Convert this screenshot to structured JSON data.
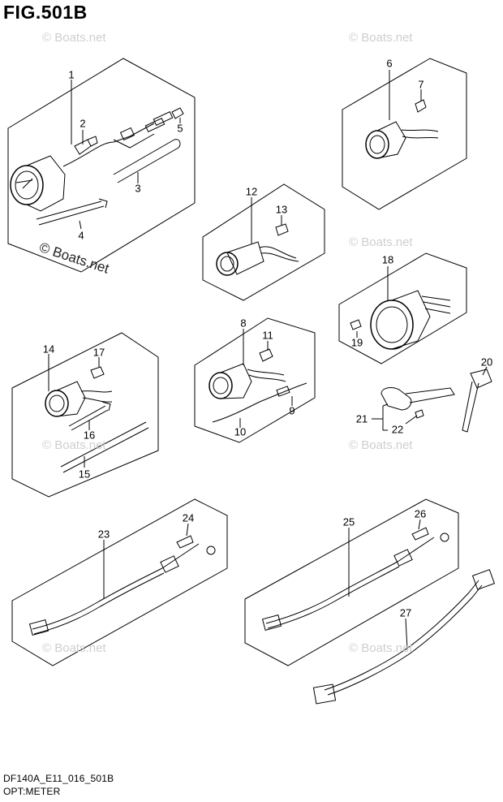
{
  "title": "FIG.501B",
  "footer": {
    "code": "DF140A_E11_016_501B",
    "group": "OPT:METER"
  },
  "watermark": {
    "text": "© Boats.net",
    "main_text": "© Boats.net"
  },
  "callouts": [
    {
      "id": "1",
      "label": "1"
    },
    {
      "id": "2",
      "label": "2"
    },
    {
      "id": "3",
      "label": "3"
    },
    {
      "id": "4",
      "label": "4"
    },
    {
      "id": "5",
      "label": "5"
    },
    {
      "id": "6",
      "label": "6"
    },
    {
      "id": "7",
      "label": "7"
    },
    {
      "id": "8",
      "label": "8"
    },
    {
      "id": "9",
      "label": "9"
    },
    {
      "id": "10",
      "label": "10"
    },
    {
      "id": "11",
      "label": "11"
    },
    {
      "id": "12",
      "label": "12"
    },
    {
      "id": "13",
      "label": "13"
    },
    {
      "id": "14",
      "label": "14"
    },
    {
      "id": "15",
      "label": "15"
    },
    {
      "id": "16",
      "label": "16"
    },
    {
      "id": "17",
      "label": "17"
    },
    {
      "id": "18",
      "label": "18"
    },
    {
      "id": "19",
      "label": "19"
    },
    {
      "id": "20",
      "label": "20"
    },
    {
      "id": "21",
      "label": "21"
    },
    {
      "id": "22",
      "label": "22"
    },
    {
      "id": "23",
      "label": "23"
    },
    {
      "id": "24",
      "label": "24"
    },
    {
      "id": "25",
      "label": "25"
    },
    {
      "id": "26",
      "label": "26"
    },
    {
      "id": "27",
      "label": "27"
    }
  ]
}
